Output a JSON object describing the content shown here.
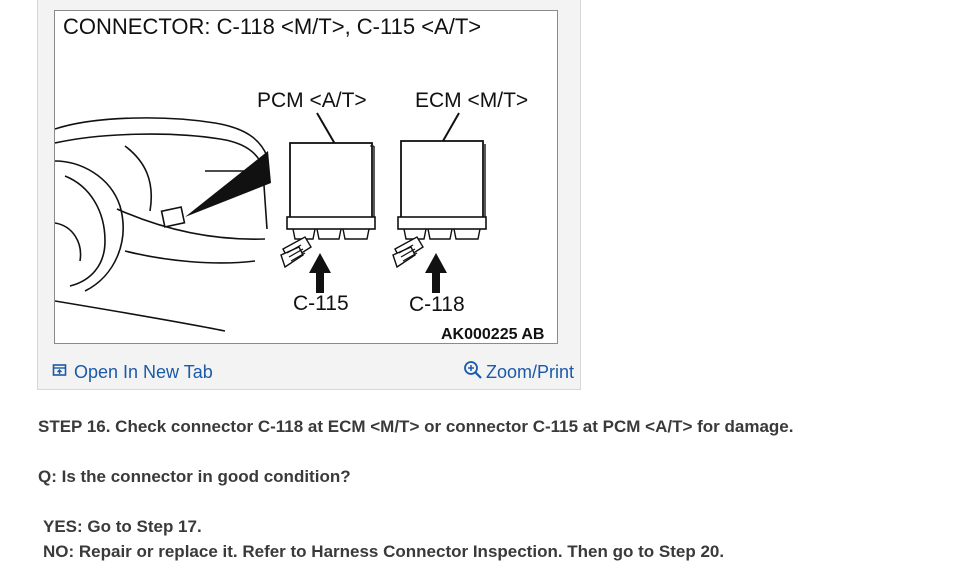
{
  "figure": {
    "diagram": {
      "title": "CONNECTOR: C-118 <M/T>, C-115 <A/T>",
      "label_pcm": "PCM <A/T>",
      "label_ecm": "ECM <M/T>",
      "label_c115": "C-115",
      "label_c118": "C-118",
      "figure_code": "AK000225 AB"
    },
    "links": {
      "open_new_tab": "Open In New Tab",
      "open_new_tab_icon": "open-in-new-tab-icon",
      "zoom_print": "Zoom/Print",
      "zoom_print_icon": "magnifier-icon"
    },
    "link_color": "#1a5aa8"
  },
  "content": {
    "step": "STEP 16. Check connector C-118 at ECM <M/T> or connector C-115 at PCM <A/T> for damage.",
    "question": "Q: Is the connector in good condition?",
    "answer_yes": "YES: Go to Step 17.",
    "answer_no": "NO: Repair or replace it. Refer to Harness Connector Inspection. Then go to Step 20."
  }
}
